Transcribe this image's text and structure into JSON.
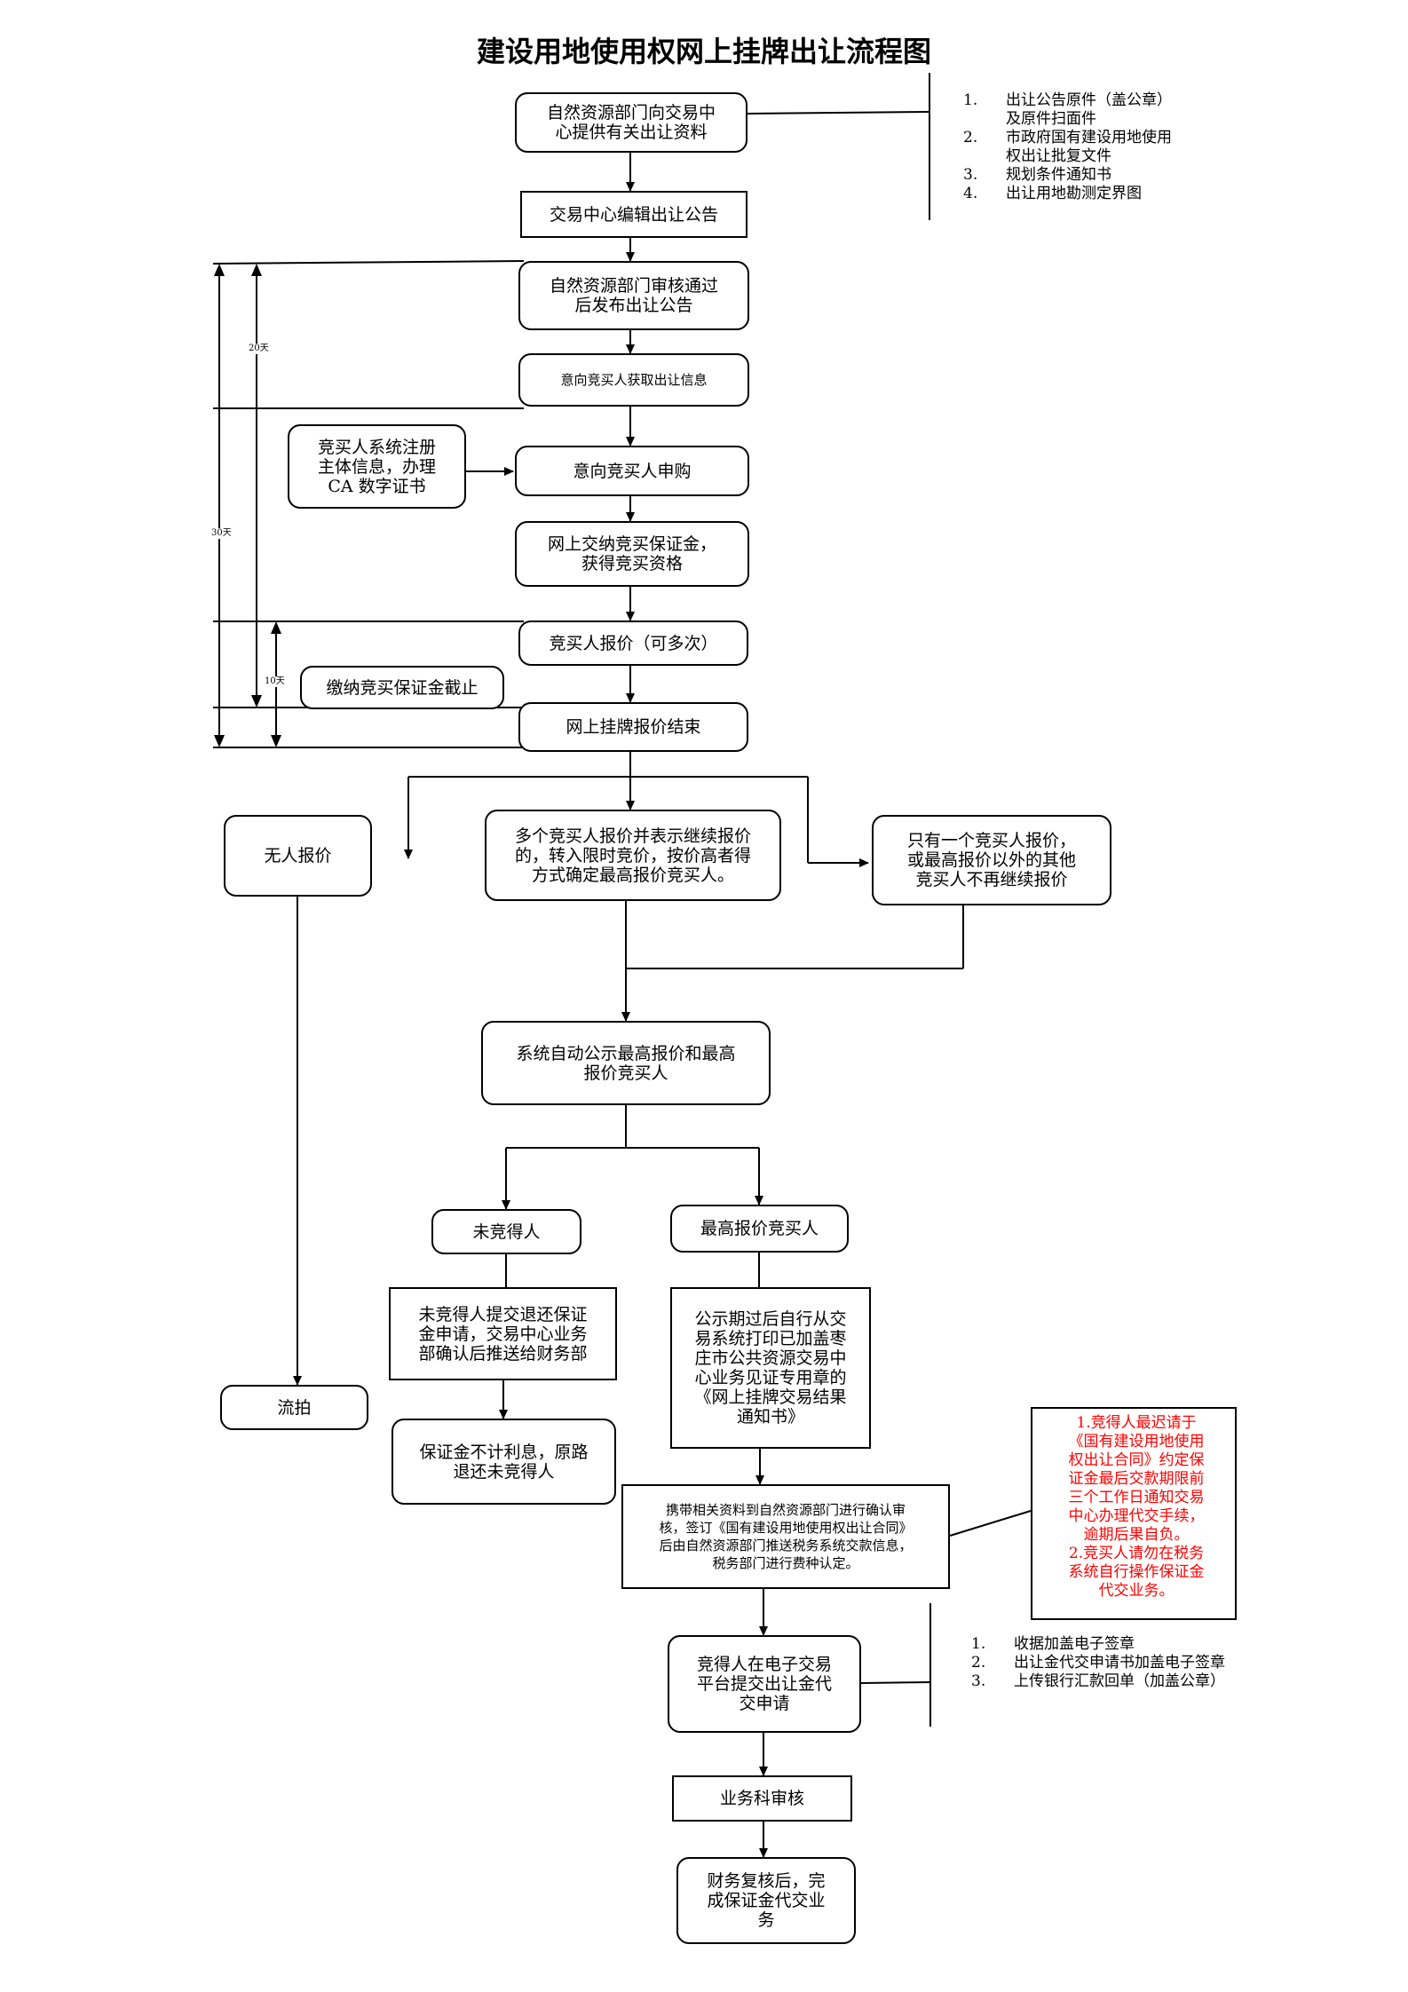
{
  "title": "建设用地使用权网上挂牌出让流程图",
  "nodes": {
    "n1": "自然资源部门向交易中\n心提供有关出让资料",
    "n2": "交易中心编辑出让公告",
    "n3": "自然资源部门审核通过\n后发布出让公告",
    "n4": "意向竞买人获取出让信息",
    "n5": "竞买人系统注册\n主体信息，办理\nCA 数字证书",
    "n6": "意向竞买人申购",
    "n7": "网上交纳竞买保证金，\n获得竞买资格",
    "n8": "竞买人报价（可多次）",
    "n9": "缴纳竞买保证金截止",
    "n10": "网上挂牌报价结束",
    "n11": "无人报价",
    "n12": "多个竞买人报价并表示继续报价\n的，转入限时竞价，按价高者得\n方式确定最高报价竞买人。",
    "n13": "只有一个竞买人报价，\n或最高报价以外的其他\n竞买人不再继续报价",
    "n14": "系统自动公示最高报价和最高\n报价竞买人",
    "n15": "未竞得人",
    "n16": "最高报价竞买人",
    "n17": "未竞得人提交退还保证\n金申请，交易中心业务\n部确认后推送给财务部",
    "n18": "公示期过后自行从交\n易系统打印已加盖枣\n庄市公共资源交易中\n心业务见证专用章的\n《网上挂牌交易结果\n通知书》",
    "n19": "流拍",
    "n20": "保证金不计利息，原路\n退还未竞得人",
    "n21": "携带相关资料到自然资源部门进行确认审\n核，签订《国有建设用地使用权出让合同》\n后由自然资源部门推送税务系统交款信息，\n税务部门进行费种认定。",
    "n22": "竞得人在电子交易\n平台提交出让金代\n交申请",
    "n23": "业务科审核",
    "n24": "财务复核后，完\n成保证金代交业\n务"
  },
  "notes_top": [
    {
      "num": "1.",
      "text": "出让公告原件（盖公章）\n及原件扫面件"
    },
    {
      "num": "2.",
      "text": "市政府国有建设用地使用\n权出让批复文件"
    },
    {
      "num": "3.",
      "text": "规划条件通知书"
    },
    {
      "num": "4.",
      "text": "出让用地勘测定界图"
    }
  ],
  "notes_bottom": [
    {
      "num": "1.",
      "text": "收据加盖电子签章"
    },
    {
      "num": "2.",
      "text": "出让金代交申请书加盖电子签章"
    },
    {
      "num": "3.",
      "text": "上传银行汇款回单（加盖公章）"
    }
  ],
  "warning": "1.竞得人最迟请于\n《国有建设用地使用\n权出让合同》约定保\n证金最后交款期限前\n三个工作日通知交易\n中心办理代交手续，\n逾期后果自负。\n2.竞买人请勿在税务\n系统自行操作保证金\n代交业务。",
  "durations": {
    "d30": "30天",
    "d20": "20天",
    "d10": "10天"
  },
  "colors": {
    "line": "#000000",
    "warning_text": "#ff0000"
  }
}
